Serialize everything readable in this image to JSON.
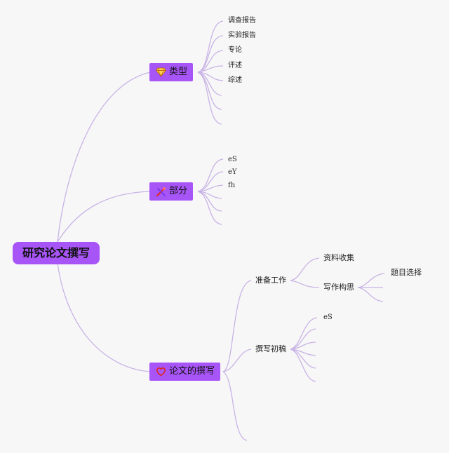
{
  "root": {
    "label": "研究论文撰写"
  },
  "branches": {
    "types": {
      "label": "类型",
      "icon": "diamond-icon",
      "children": [
        "调查报告",
        "实验报告",
        "专论",
        "评述",
        "综述"
      ]
    },
    "parts": {
      "label": "部分",
      "icon": "tools-icon",
      "children": [
        "eS",
        "eY",
        "fh"
      ]
    },
    "writing": {
      "label": "论文的撰写",
      "icon": "heart-icon",
      "prep": {
        "label": "准备工作",
        "children": {
          "materials": "资料收集",
          "concept": {
            "label": "写作构思",
            "children": [
              "题目选择"
            ]
          }
        }
      },
      "draft": {
        "label": "撰写初稿",
        "children": [
          "eS"
        ]
      }
    }
  },
  "colors": {
    "node_fill": "#a855f7",
    "connector": "#c9b3e6",
    "background": "#f7f7f7"
  }
}
